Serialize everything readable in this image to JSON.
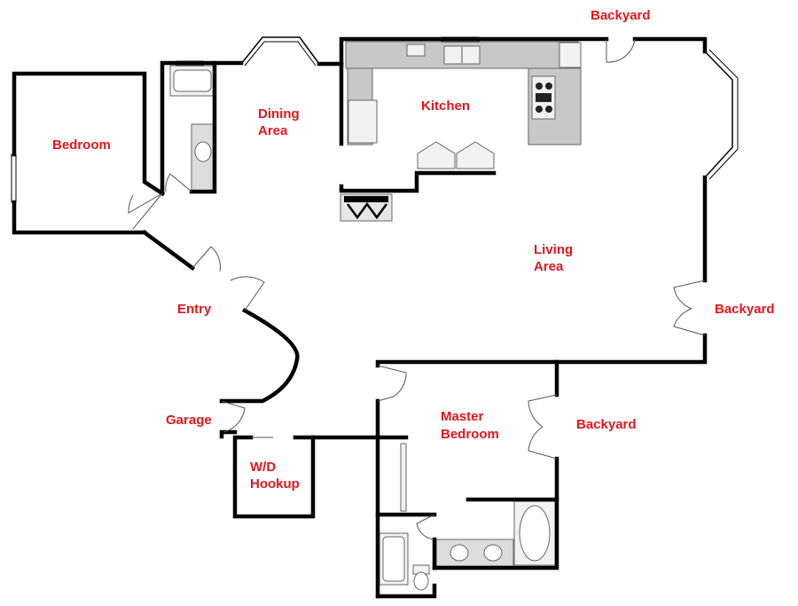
{
  "colors": {
    "label": "#e8141b",
    "wall": "#000000",
    "counter": "#c8c8c8",
    "fixture_fill": "#f2f2f2"
  },
  "rooms": {
    "bedroom": "Bedroom",
    "dining": [
      "Dining",
      "Area"
    ],
    "kitchen": "Kitchen",
    "living": [
      "Living",
      "Area"
    ],
    "entry": "Entry",
    "garage": "Garage",
    "wd": [
      "W/D",
      "Hookup"
    ],
    "master": [
      "Master",
      "Bedroom"
    ],
    "backyard_top": "Backyard",
    "backyard_right": "Backyard",
    "backyard_master": "Backyard"
  }
}
